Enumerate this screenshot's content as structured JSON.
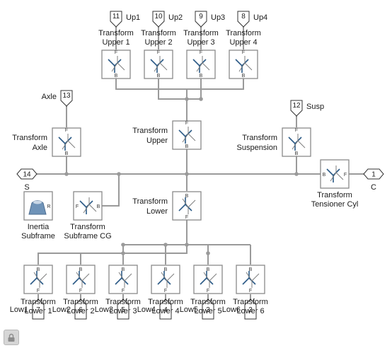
{
  "blocks": {
    "upper1": {
      "line1": "Transform",
      "line2": "Upper 1",
      "port_top": "F",
      "port_bottom": "B"
    },
    "upper2": {
      "line1": "Transform",
      "line2": "Upper 2",
      "port_top": "F",
      "port_bottom": "B"
    },
    "upper3": {
      "line1": "Transform",
      "line2": "Upper 3",
      "port_top": "F",
      "port_bottom": "B"
    },
    "upper4": {
      "line1": "Transform",
      "line2": "Upper 4",
      "port_top": "F",
      "port_bottom": "B"
    },
    "axle": {
      "line1": "Transform",
      "line2": "Axle",
      "port_top": "F",
      "port_bottom": "B"
    },
    "upper": {
      "line1": "Transform",
      "line2": "Upper",
      "port_top": "F",
      "port_bottom": "B"
    },
    "suspension": {
      "line1": "Transform",
      "line2": "Suspension",
      "port_top": "F",
      "port_bottom": "B"
    },
    "tensioner": {
      "line1": "Transform",
      "line2": "Tensioner Cyl",
      "port_left": "B",
      "port_right": "F"
    },
    "lower": {
      "line1": "Transform",
      "line2": "Lower",
      "port_top": "B",
      "port_bottom": "F"
    },
    "inertia": {
      "line1": "Inertia",
      "line2": "Subframe",
      "port_right": "R"
    },
    "subframe_cg": {
      "line1": "Transform",
      "line2": "Subframe CG",
      "port_left": "F",
      "port_right": "B"
    },
    "lower1": {
      "line1": "Transform",
      "line2": "Lower 1",
      "port_top": "B",
      "port_bottom": "F"
    },
    "lower2": {
      "line1": "Transform",
      "line2": "Lower 2",
      "port_top": "B",
      "port_bottom": "F"
    },
    "lower3": {
      "line1": "Transform",
      "line2": "Lower 3",
      "port_top": "B",
      "port_bottom": "F"
    },
    "lower4": {
      "line1": "Transform",
      "line2": "Lower 4",
      "port_top": "B",
      "port_bottom": "F"
    },
    "lower5": {
      "line1": "Transform",
      "line2": "Lower 5",
      "port_top": "B",
      "port_bottom": "F"
    },
    "lower6": {
      "line1": "Transform",
      "line2": "Lower 6",
      "port_top": "B",
      "port_bottom": "F"
    }
  },
  "ports": {
    "up1": {
      "num": "11",
      "name": "Up1"
    },
    "up2": {
      "num": "10",
      "name": "Up2"
    },
    "up3": {
      "num": "9",
      "name": "Up3"
    },
    "up4": {
      "num": "8",
      "name": "Up4"
    },
    "axle": {
      "num": "13",
      "name": "Axle"
    },
    "susp": {
      "num": "12",
      "name": "Susp"
    },
    "s": {
      "num": "14",
      "name": "S"
    },
    "c": {
      "num": "1",
      "name": "C"
    },
    "low1": {
      "num": "7",
      "name": "Low1"
    },
    "low2": {
      "num": "6",
      "name": "Low2"
    },
    "low3": {
      "num": "5",
      "name": "Low3"
    },
    "low4": {
      "num": "4",
      "name": "Low4"
    },
    "low5": {
      "num": "3",
      "name": "Low5"
    },
    "low6": {
      "num": "2",
      "name": "Low6"
    }
  },
  "colors": {
    "wire": "#9a9a9a",
    "block_border": "#8a8a8a",
    "frame_axis": "#2b5a86",
    "inertia_body": "#6f93b8"
  },
  "icons": {
    "lock": "lock-icon"
  }
}
